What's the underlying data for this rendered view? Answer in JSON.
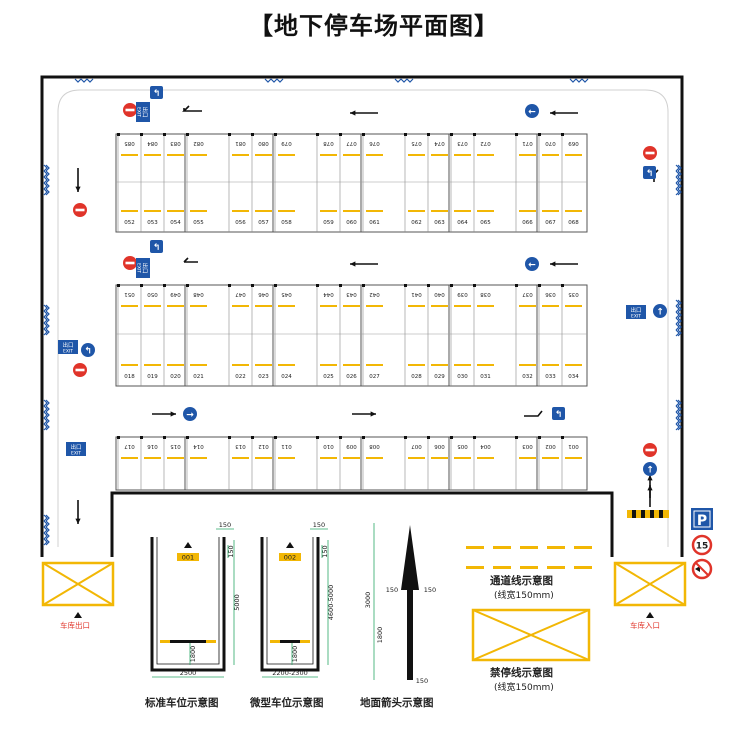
{
  "title": "【地下停车场平面图】",
  "colors": {
    "lane_yellow": "#f2b705",
    "sign_blue": "#1f56a8",
    "sign_red": "#e0342a",
    "wall": "#111111",
    "dim_green": "#2aa866"
  },
  "icons": [
    "no-entry-icon",
    "turn-left-icon",
    "go-straight-icon",
    "exit-sign-icon",
    "parking-sign-icon",
    "speed-limit-icon",
    "no-honk-icon",
    "direction-arrow-icon"
  ],
  "exit_sign": {
    "cn": "出口",
    "en": "EXIT"
  },
  "parking_sign": "P",
  "speed_limit": "15",
  "labels": {
    "exit_gate": "车库出口",
    "entry_gate": "车库入口"
  },
  "spaces": {
    "row1_top": [
      "085",
      "084",
      "083",
      "082",
      "081",
      "080",
      "079",
      "078",
      "077",
      "076",
      "075",
      "074",
      "073",
      "072",
      "071",
      "070",
      "069"
    ],
    "row1_bottom": [
      "052",
      "053",
      "054",
      "055",
      "056",
      "057",
      "058",
      "059",
      "060",
      "061",
      "062",
      "063",
      "064",
      "065",
      "066",
      "067",
      "068"
    ],
    "row2_top": [
      "051",
      "050",
      "049",
      "048",
      "047",
      "046",
      "045",
      "044",
      "043",
      "042",
      "041",
      "040",
      "039",
      "038",
      "037",
      "036",
      "035"
    ],
    "row2_bottom": [
      "018",
      "019",
      "020",
      "021",
      "022",
      "023",
      "024",
      "025",
      "026",
      "027",
      "028",
      "029",
      "030",
      "031",
      "032",
      "033",
      "034"
    ],
    "row3": [
      "017",
      "016",
      "015",
      "014",
      "013",
      "012",
      "011",
      "010",
      "009",
      "008",
      "007",
      "006",
      "005",
      "004",
      "003",
      "002",
      "001"
    ]
  },
  "legend": {
    "standard": {
      "caption": "标准车位示意图",
      "tag": "001",
      "w": "2500",
      "l": "5000",
      "sub": "1800",
      "t1": "150",
      "t2": "150"
    },
    "micro": {
      "caption": "微型车位示意图",
      "tag": "002",
      "w": "2200-2300",
      "l": "4600-5000",
      "sub": "1800",
      "t1": "150",
      "t2": "150"
    },
    "arrow": {
      "caption": "地面箭头示意图",
      "total": "3000",
      "head": "150",
      "head2": "150",
      "shaft": "1800",
      "tail": "150"
    },
    "lane": {
      "title": "通道线示意图",
      "note": "(线宽150mm)"
    },
    "noparking": {
      "title": "禁停线示意图",
      "note": "(线宽150mm)"
    }
  }
}
